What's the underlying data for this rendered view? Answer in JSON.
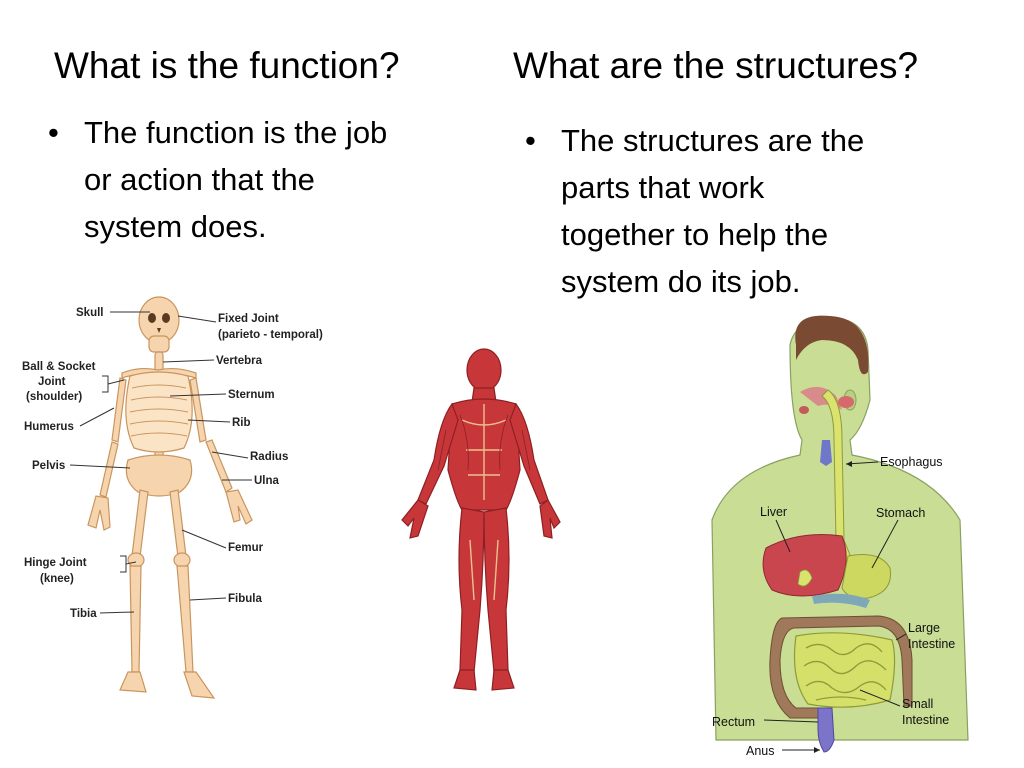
{
  "left": {
    "heading": "What is the function?",
    "bullet_lines": [
      "The function is the job",
      "or action that the",
      "system does."
    ]
  },
  "right": {
    "heading": "What are the structures?",
    "bullet_lines": [
      "The structures are the",
      "parts that work",
      "together to help the",
      "system do its job."
    ]
  },
  "bullet_glyph": "•",
  "skeleton_labels": {
    "skull": "Skull",
    "fixed_joint": "Fixed Joint",
    "fixed_joint_sub": "(parieto - temporal)",
    "vertebra": "Vertebra",
    "ball_socket_1": "Ball & Socket",
    "ball_socket_2": "Joint",
    "ball_socket_3": "(shoulder)",
    "sternum": "Sternum",
    "rib": "Rib",
    "humerus": "Humerus",
    "radius": "Radius",
    "pelvis": "Pelvis",
    "ulna": "Ulna",
    "femur": "Femur",
    "hinge_joint_1": "Hinge Joint",
    "hinge_joint_2": "(knee)",
    "fibula": "Fibula",
    "tibia": "Tibia"
  },
  "digestive_labels": {
    "esophagus": "Esophagus",
    "liver": "Liver",
    "stomach": "Stomach",
    "large_intestine_1": "Large",
    "large_intestine_2": "Intestine",
    "small_intestine_1": "Small",
    "small_intestine_2": "Intestine",
    "rectum": "Rectum",
    "anus": "Anus"
  },
  "colors": {
    "bone": "#f6d5ae",
    "bone_edge": "#c9955f",
    "muscle": "#c7373a",
    "muscle_dark": "#8e1f22",
    "skin": "#c9dd94",
    "hair": "#7a4a32",
    "liver": "#c9464f",
    "intestine": "#d4e06a",
    "colon": "#a0785a",
    "rectum": "#7b74c8"
  }
}
